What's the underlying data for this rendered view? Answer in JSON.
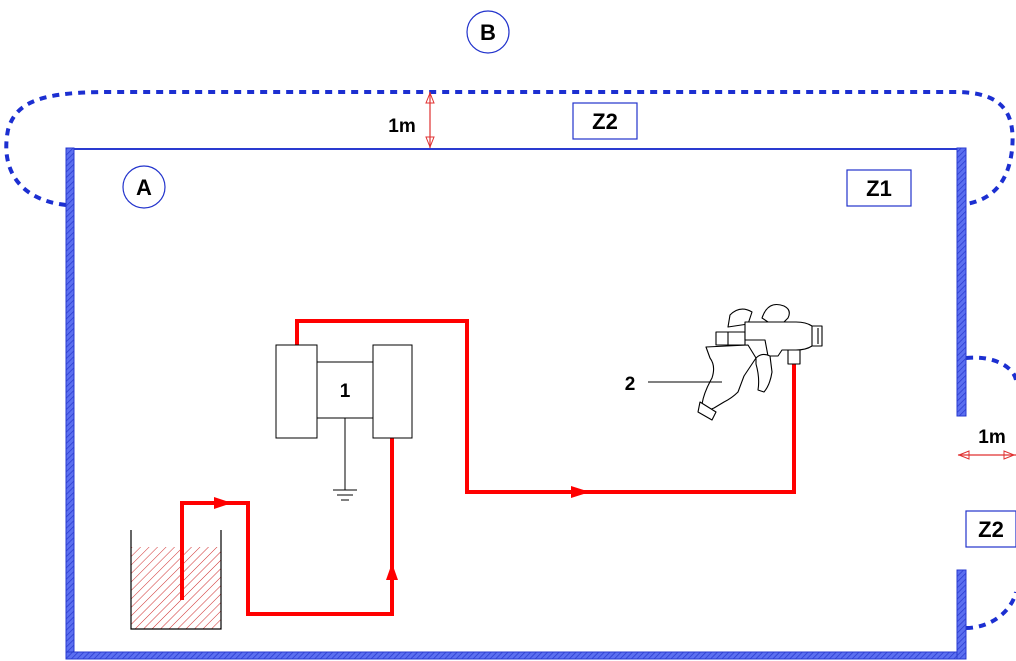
{
  "labels": {
    "area_a": "A",
    "area_b": "B",
    "zone_inside": "Z1",
    "zone_top": "Z2",
    "zone_right": "Z2",
    "dist_top": "1m",
    "dist_right": "1m",
    "pump": "1",
    "spray_gun": "2"
  },
  "colors": {
    "wall": "#3a4fe0",
    "zone_boundary": "#1c2fd1",
    "fluid_line": "#ff0000",
    "dimension": "#e03030",
    "label_box": "#2233cc"
  }
}
